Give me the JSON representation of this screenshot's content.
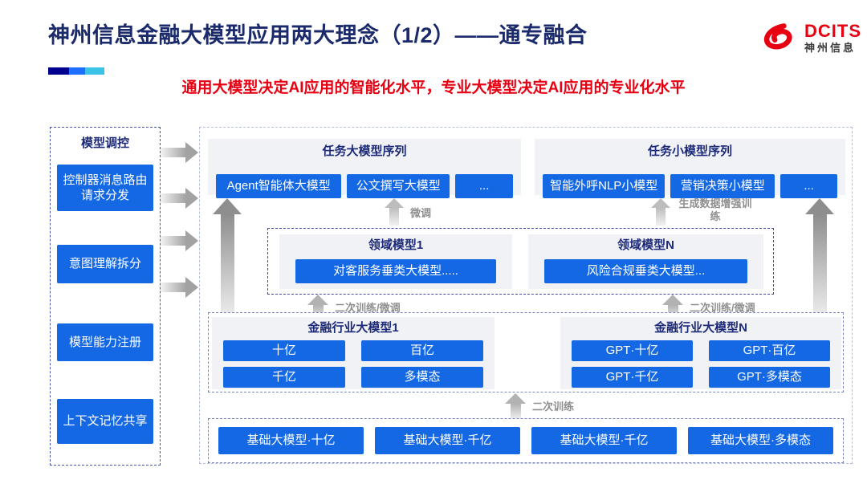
{
  "header": {
    "title": "神州信息金融大模型应用两大理念（1/2）——通专融合",
    "subtitle": "通用大模型决定AI应用的智能化水平，专业大模型决定AI应用的专业化水平",
    "logo": {
      "brand": "DCITS",
      "brand_cn": "神州信息"
    },
    "accent_colors": [
      "#00008f",
      "#1e6eff",
      "#3bc3e8"
    ]
  },
  "colors": {
    "button_blue": "#1568e4",
    "title_navy": "#1b2a6b",
    "subtitle_red": "#e60012",
    "label_gray": "#8f8f8f"
  },
  "sidebar": {
    "title": "模型调控",
    "items": [
      {
        "label": "控制器消息路由请求分发"
      },
      {
        "label": "意图理解拆分"
      },
      {
        "label": "模型能力注册"
      },
      {
        "label": "上下文记忆共享"
      }
    ]
  },
  "main": {
    "task_large": {
      "title": "任务大模型序列",
      "items": [
        "Agent智能体大模型",
        "公文撰写大模型",
        "..."
      ]
    },
    "task_small": {
      "title": "任务小模型序列",
      "items": [
        "智能外呼NLP小模型",
        "营销决策小模型",
        "..."
      ]
    },
    "labels": {
      "finetune": "微调",
      "gen_data_training": "生成数据增强训练",
      "retrain_finetune_left": "二次训练/微调",
      "retrain_finetune_right": "二次训练/微调",
      "retrain": "二次训练"
    },
    "domain": {
      "groups": [
        {
          "title": "领域模型1",
          "item": "对客服务垂类大模型....."
        },
        {
          "title": "领域模型N",
          "item": "风险合规垂类大模型..."
        }
      ]
    },
    "industry": {
      "groups": [
        {
          "title": "金融行业大模型1",
          "items": [
            "十亿",
            "百亿",
            "千亿",
            "多模态"
          ]
        },
        {
          "title": "金融行业大模型N",
          "items": [
            "GPT·十亿",
            "GPT·百亿",
            "GPT·千亿",
            "GPT·多模态"
          ]
        }
      ]
    },
    "foundation": {
      "items": [
        "基础大模型·十亿",
        "基础大模型·千亿",
        "基础大模型·千亿",
        "基础大模型·多模态"
      ]
    }
  }
}
